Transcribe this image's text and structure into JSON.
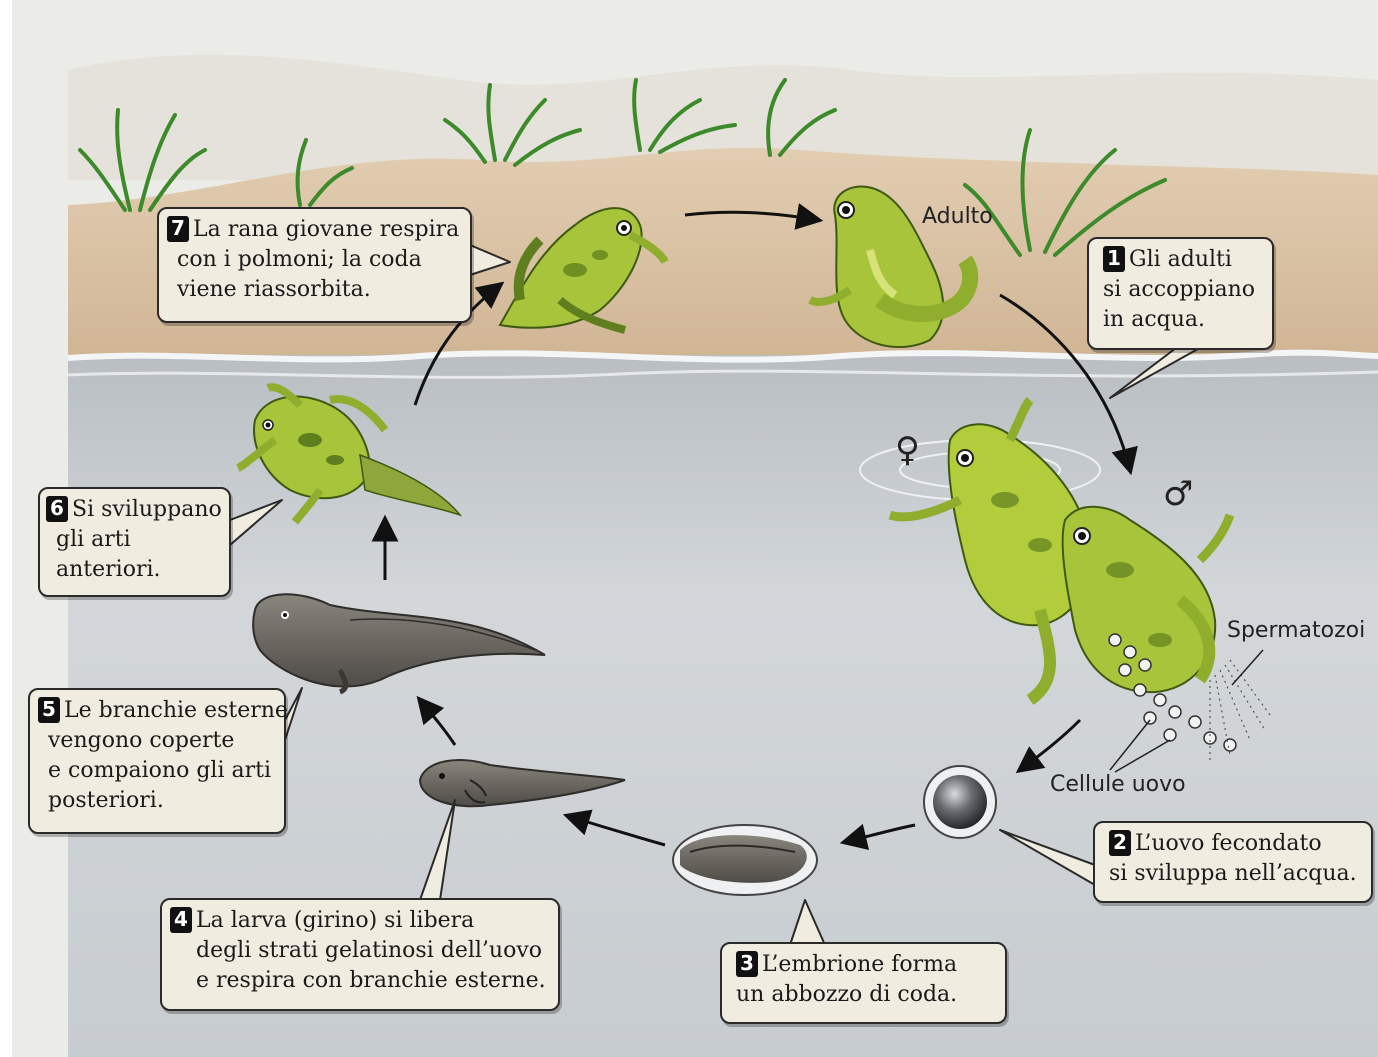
{
  "labels": {
    "adult": "Adulto",
    "sperm": "Spermatozoi",
    "eggs": "Cellule uovo",
    "female": "♀",
    "male": "♂"
  },
  "steps": [
    {
      "number": "1",
      "lines": [
        "Gli adulti",
        "si accoppiano",
        "in acqua."
      ]
    },
    {
      "number": "2",
      "lines": [
        "L’uovo fecondato",
        "si sviluppa nell’acqua."
      ]
    },
    {
      "number": "3",
      "lines": [
        "L’embrione forma",
        "un abbozzo di coda."
      ]
    },
    {
      "number": "4",
      "lines": [
        "La larva (girino) si libera",
        "degli strati gelatinosi dell’uovo",
        "e respira con branchie esterne."
      ]
    },
    {
      "number": "5",
      "lines": [
        "Le branchie esterne",
        "vengono coperte",
        "e compaiono gli arti",
        "posteriori."
      ]
    },
    {
      "number": "6",
      "lines": [
        "Si sviluppano",
        "gli arti",
        "anteriori."
      ]
    },
    {
      "number": "7",
      "lines": [
        "La rana giovane respira",
        "con i polmoni; la coda",
        "viene riassorbita."
      ]
    }
  ],
  "colors": {
    "sky": "#ebebe7",
    "land": "#d9c2a5",
    "water": "#c9ced2",
    "frog": "#a8c43a",
    "frog_dark": "#5f7f1e",
    "tadpole": "#6e6a64",
    "callout_bg": "#f1ece0"
  }
}
